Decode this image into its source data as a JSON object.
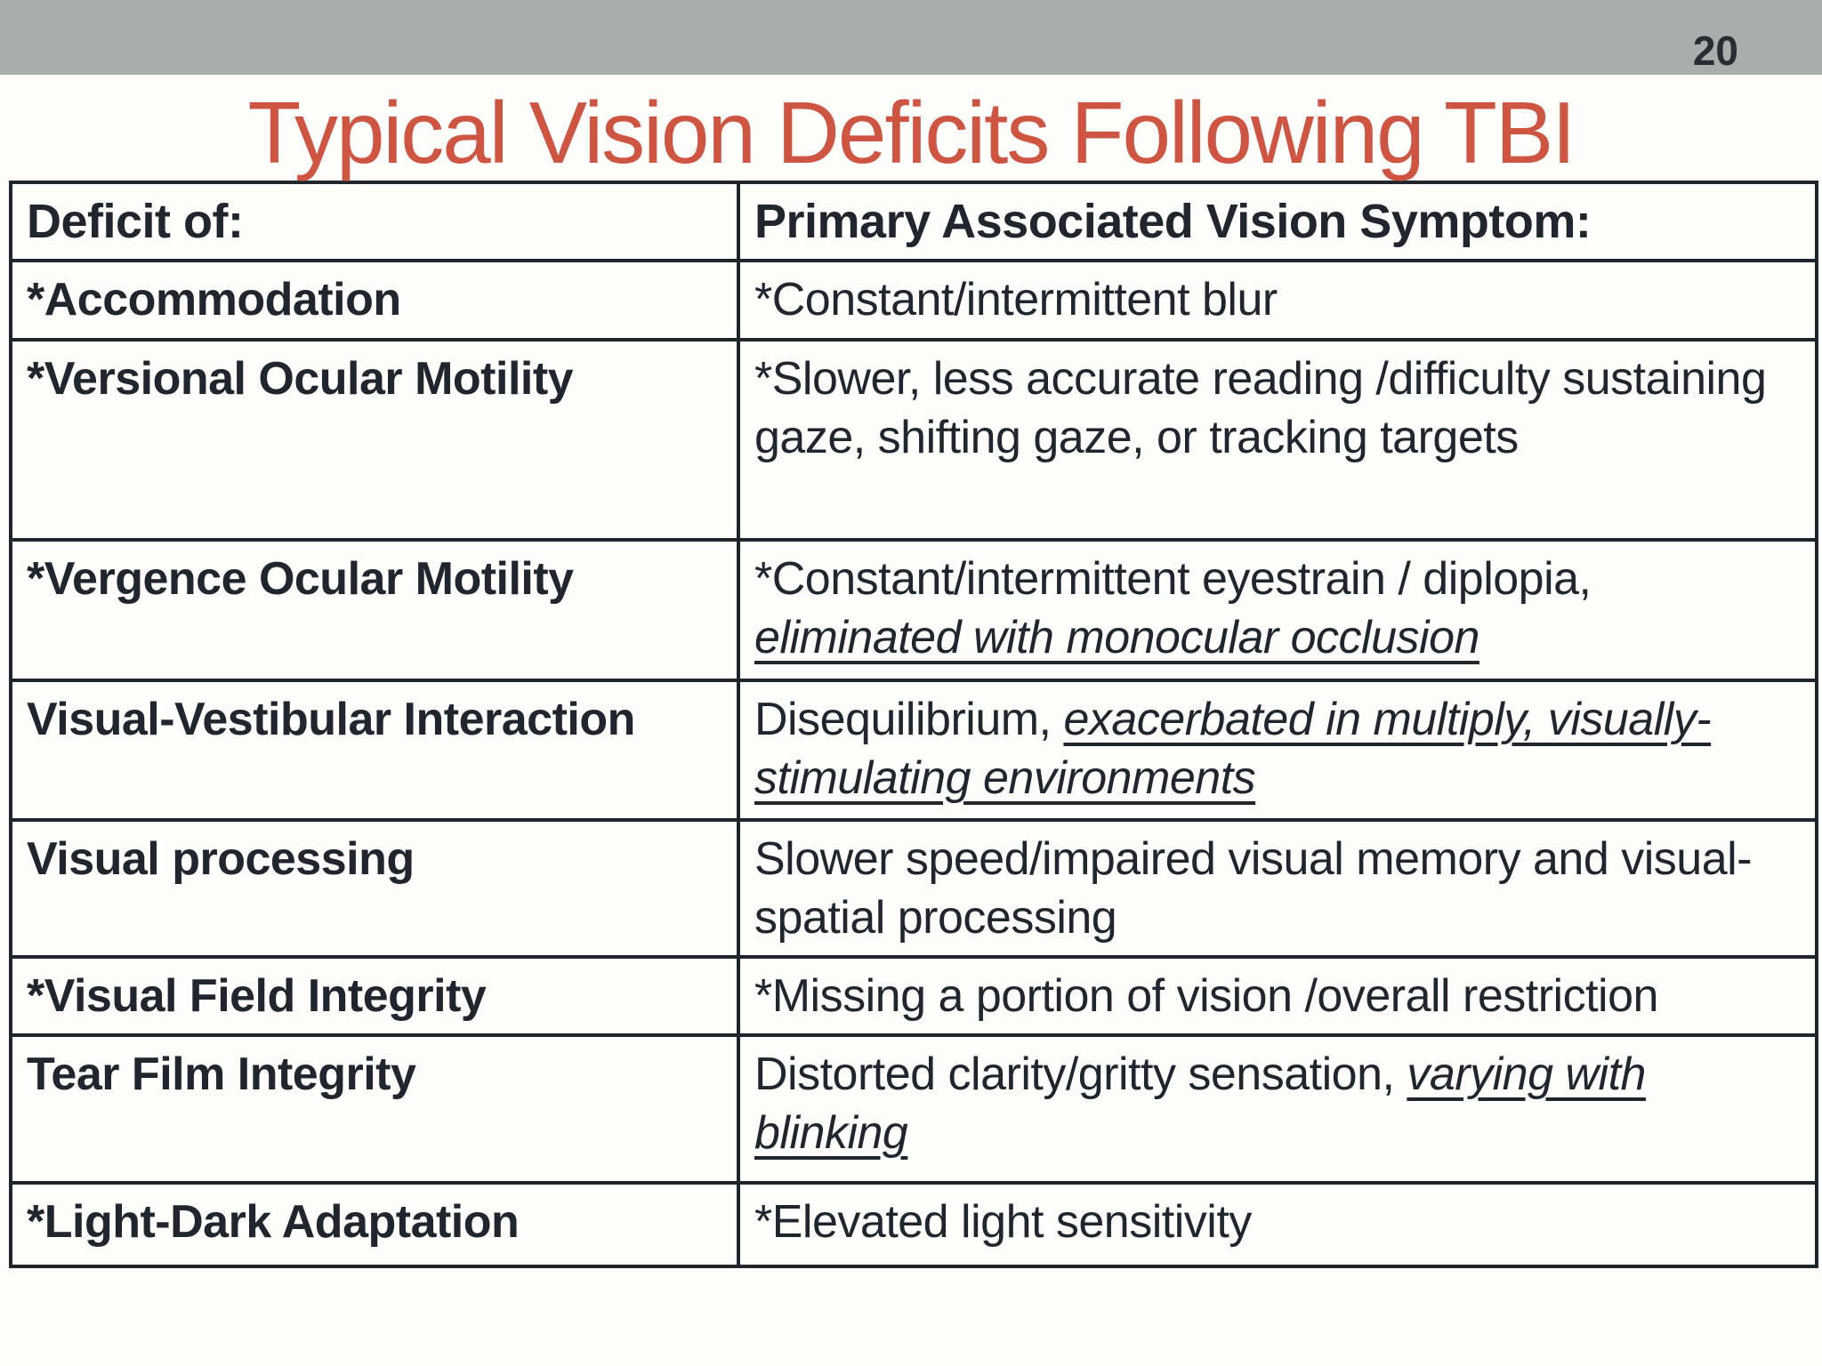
{
  "page": {
    "number": "20"
  },
  "title": "Typical Vision Deficits Following TBI",
  "colors": {
    "top_bar": "#a7aeab",
    "title": "#cd5541",
    "text": "#21262e",
    "border": "#20242b",
    "background": "#fdfdfc"
  },
  "table": {
    "headers": [
      "Deficit of:",
      "Primary Associated Vision Symptom:"
    ],
    "rows": [
      {
        "deficit": "*Accommodation",
        "symptom": [
          {
            "text": "*Constant/intermittent blur"
          }
        ]
      },
      {
        "deficit": "*Versional Ocular Motility",
        "symptom": [
          {
            "text": "*Slower, less accurate reading /difficulty sustaining gaze, shifting gaze, or tracking targets"
          }
        ]
      },
      {
        "deficit": "*Vergence Ocular Motility",
        "symptom": [
          {
            "text": "*Constant/intermittent eyestrain / diplopia, "
          },
          {
            "text": "eliminated with monocular occlusion",
            "emphasis": true
          }
        ]
      },
      {
        "deficit": "Visual-Vestibular Interaction",
        "symptom": [
          {
            "text": "Disequilibrium, "
          },
          {
            "text": "exacerbated in multiply, visually-stimulating environments",
            "emphasis": true
          }
        ]
      },
      {
        "deficit": "Visual processing",
        "symptom": [
          {
            "text": "Slower speed/impaired visual memory and visual-spatial processing"
          }
        ]
      },
      {
        "deficit": "*Visual Field Integrity",
        "symptom": [
          {
            "text": "*Missing a portion of vision /overall restriction"
          }
        ]
      },
      {
        "deficit": "Tear Film Integrity",
        "symptom": [
          {
            "text": "Distorted clarity/gritty sensation, "
          },
          {
            "text": "varying with blinking",
            "emphasis": true
          }
        ]
      },
      {
        "deficit": "*Light-Dark Adaptation",
        "symptom": [
          {
            "text": "*Elevated light sensitivity"
          }
        ]
      }
    ]
  }
}
